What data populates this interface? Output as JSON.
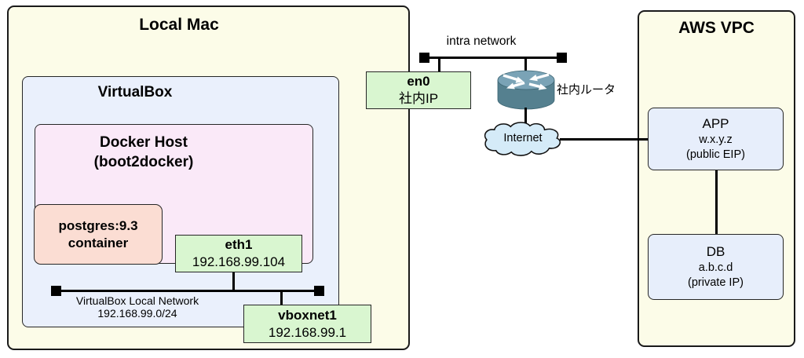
{
  "colors": {
    "cream": "#FCFCE8",
    "vbox": "#EAF0FC",
    "docker": "#FAE9F8",
    "postgres": "#FBDDD3",
    "nic": "#D9F6D0",
    "node": "#E7EEFB",
    "cloud": "#D5EBF8",
    "router-top": "#7AA3B6",
    "router-body": "#55808F"
  },
  "local_mac": {
    "title": "Local Mac"
  },
  "virtualbox": {
    "title": "VirtualBox"
  },
  "docker_host": {
    "line1": "Docker Host",
    "line2": "(boot2docker)"
  },
  "postgres": {
    "line1": "postgres:9.3",
    "line2": "container"
  },
  "eth1": {
    "name": "eth1",
    "ip": "192.168.99.104"
  },
  "vbox_network": {
    "name": "VirtualBox Local Network",
    "cidr": "192.168.99.0/24"
  },
  "vboxnet1": {
    "name": "vboxnet1",
    "ip": "192.168.99.1"
  },
  "en0": {
    "name": "en0",
    "ip": "社内IP"
  },
  "intra_network": {
    "label": "intra network"
  },
  "router": {
    "label": "社内ルータ"
  },
  "internet": {
    "label": "Internet"
  },
  "aws_vpc": {
    "title": "AWS VPC"
  },
  "app": {
    "name": "APP",
    "address": "w.x.y.z",
    "note": "(public EIP)"
  },
  "db": {
    "name": "DB",
    "address": "a.b.c.d",
    "note": "(private IP)"
  }
}
